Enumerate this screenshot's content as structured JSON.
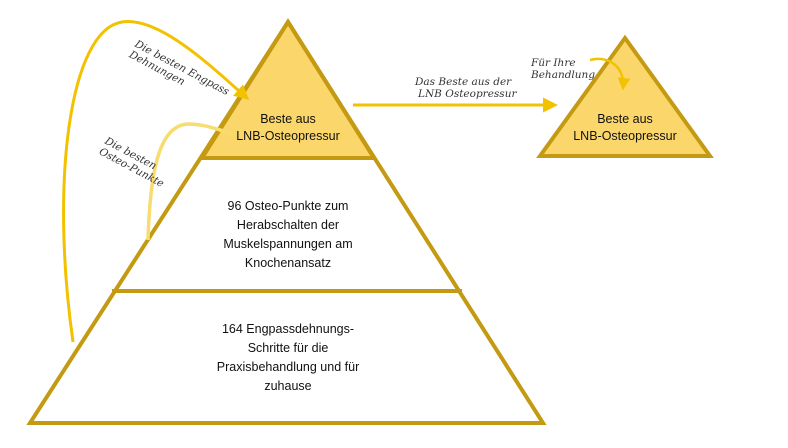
{
  "colors": {
    "outline": "#c49a12",
    "fill_top": "#fbd76b",
    "arrow": "#f2c200",
    "arrow_light": "#f7dc6f",
    "background": "#ffffff"
  },
  "pyramid": {
    "top": {
      "line1": "Beste aus",
      "line2": "LNB-Osteopressur"
    },
    "middle": {
      "line1": "96 Osteo-Punkte zum",
      "line2": "Herabschalten der",
      "line3": "Muskelspannungen am",
      "line4": "Knochenansatz"
    },
    "bottom": {
      "line1": "164 Engpassdehnungs-",
      "line2": "Schritte für die",
      "line3": "Praxisbehandlung und für",
      "line4": "zuhause"
    }
  },
  "small_triangle": {
    "line1": "Beste aus",
    "line2": "LNB-Osteopressur"
  },
  "annotations": {
    "engpass_line1": "Die besten Engpass",
    "engpass_line2": "Dehnungen",
    "osteo_line1": "Die besten",
    "osteo_line2": "Osteo-Punkte",
    "arrow_line1": "Das Beste aus der",
    "arrow_line2": "LNB Osteopressur",
    "behandlung_line1": "Für Ihre",
    "behandlung_line2": "Behandlung"
  }
}
